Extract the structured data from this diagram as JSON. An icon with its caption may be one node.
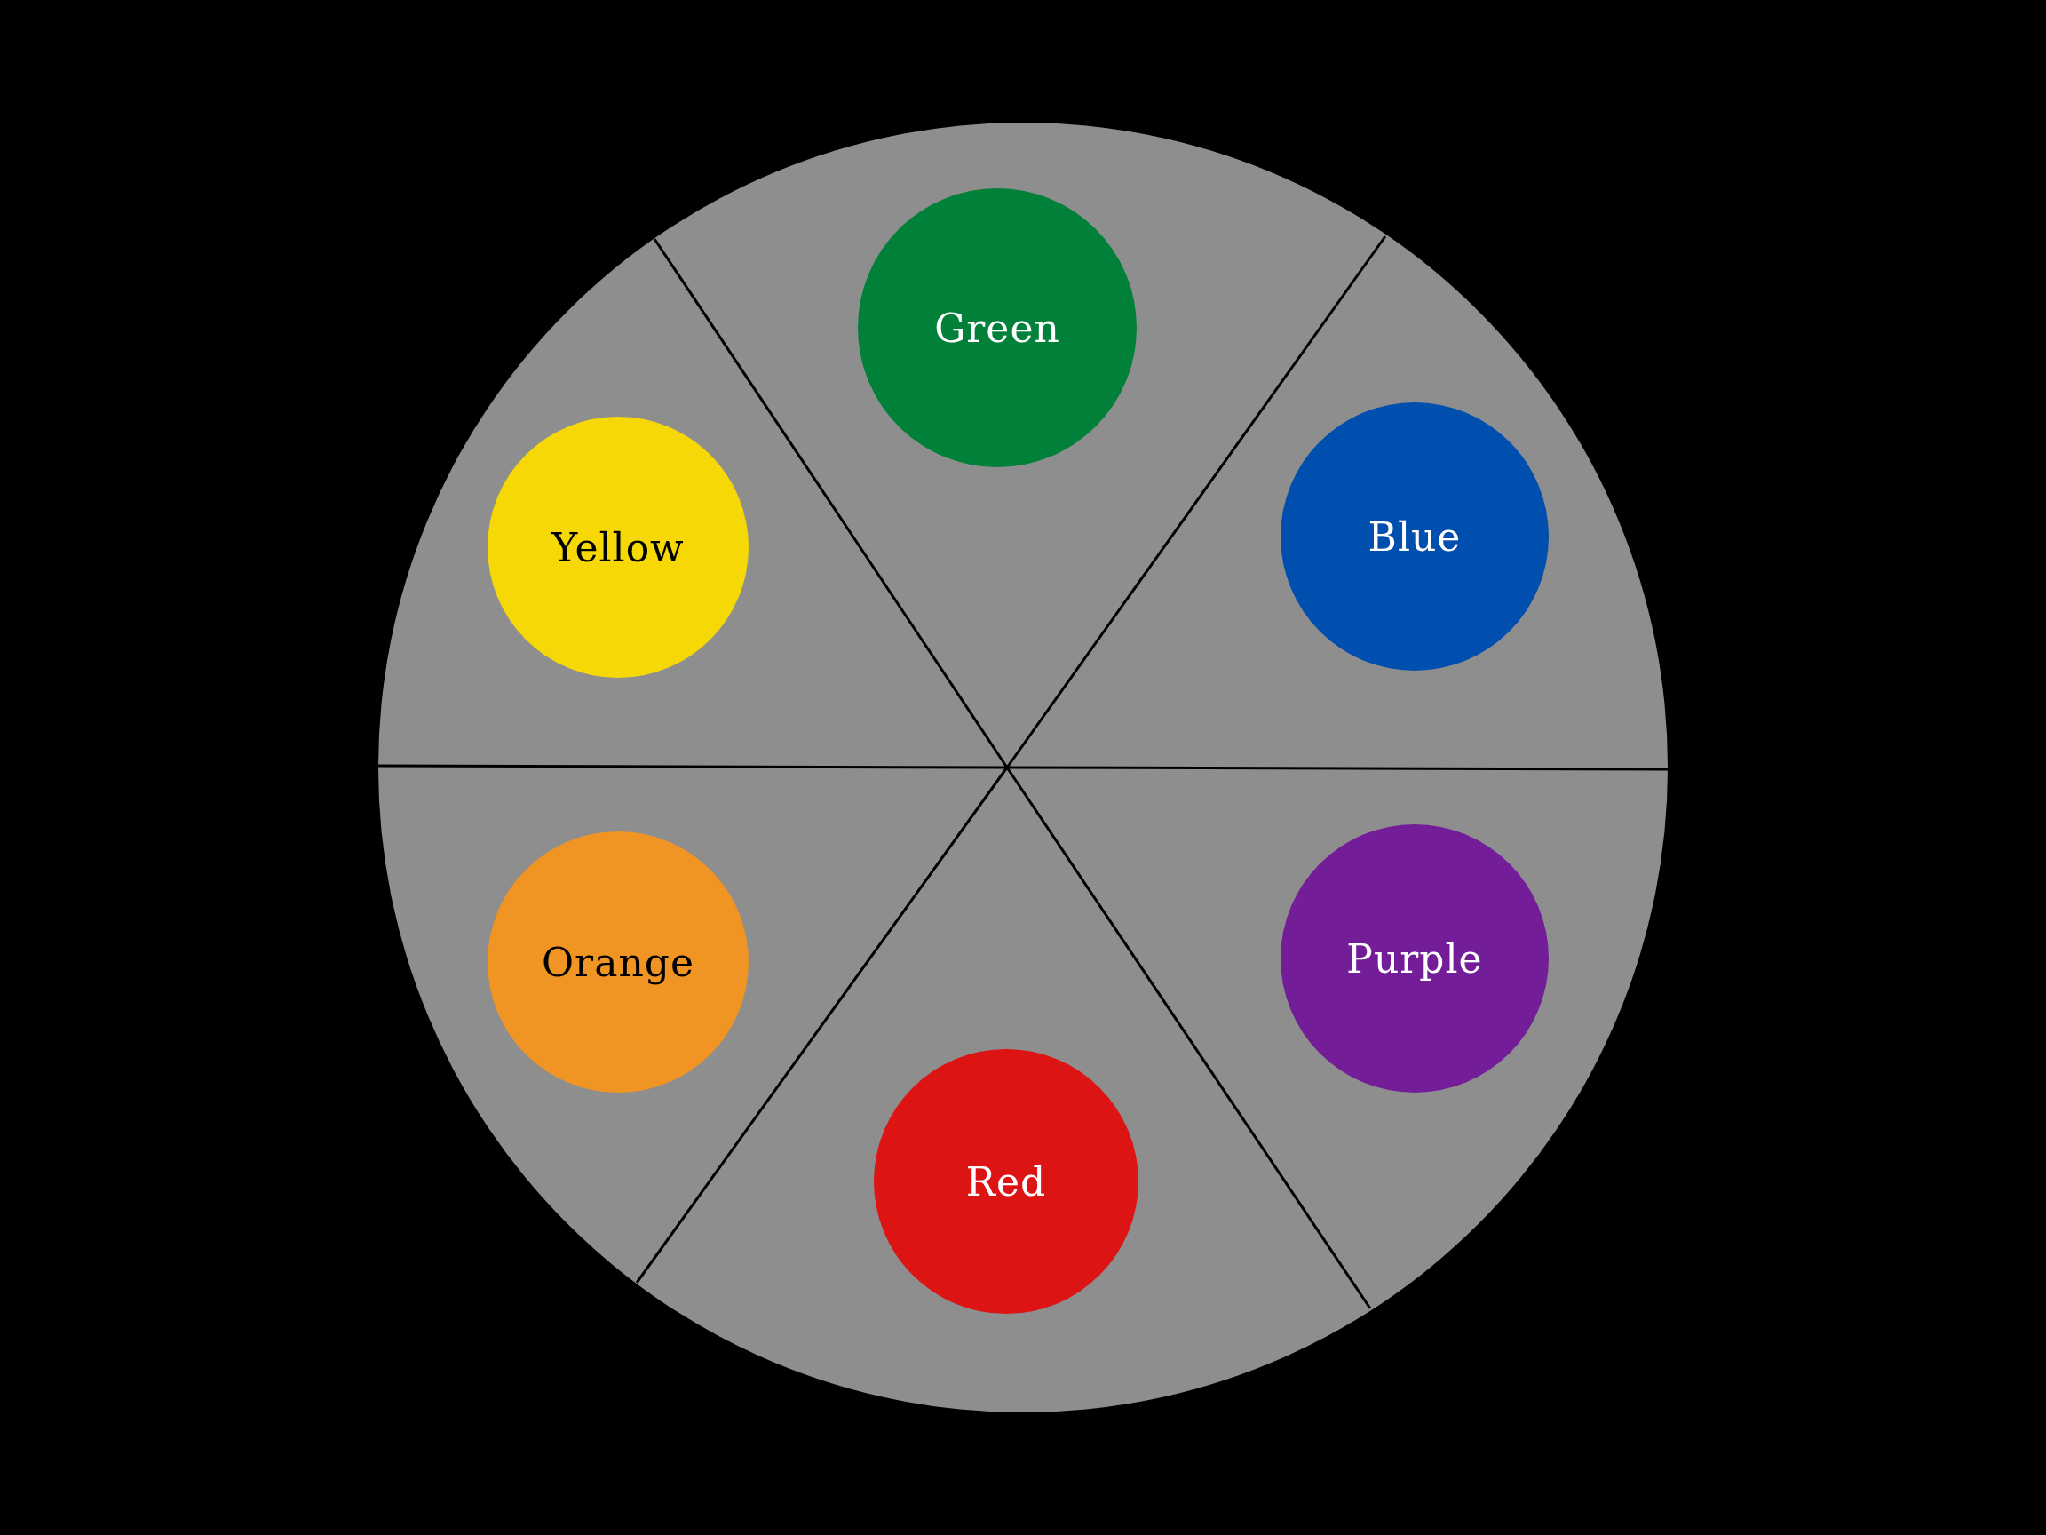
{
  "diagram": {
    "nodes": [
      {
        "text": [],
        "shape": "circle"
      },
      {
        "text": [
          "Green"
        ],
        "in": 0
      },
      {
        "text": [
          "Yellow"
        ],
        "in": 0
      },
      {
        "text": [
          "Blue"
        ],
        "in": 0
      },
      {
        "text": [
          "Orange"
        ],
        "in": 0
      },
      {
        "text": [
          "Purple"
        ],
        "in": 0
      },
      {
        "text": [
          "Red"
        ],
        "in": 0
      }
    ]
  }
}
